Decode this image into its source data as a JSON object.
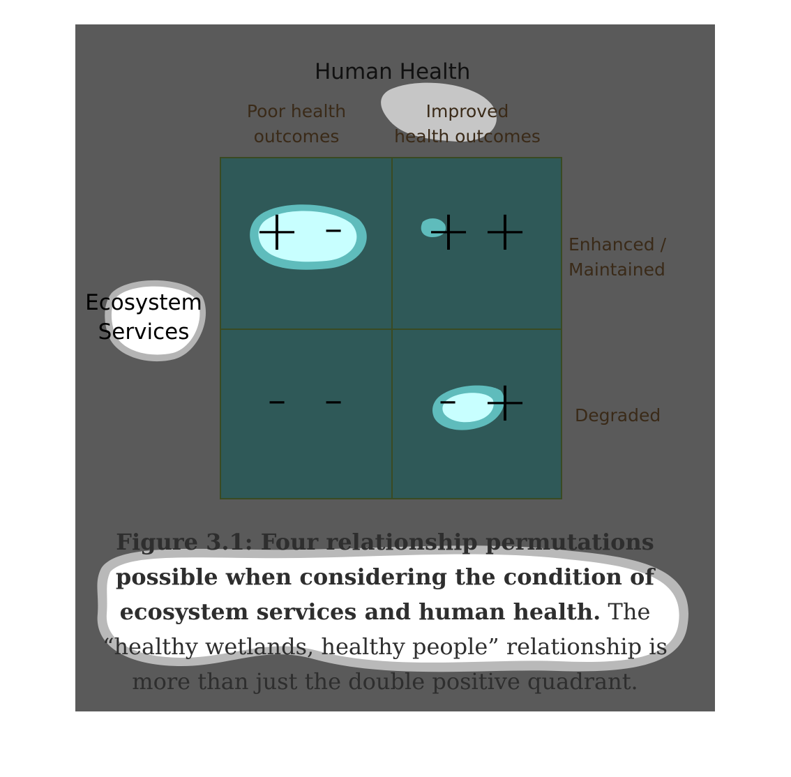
{
  "header": {
    "title": "Human Health",
    "col_left": [
      "Poor health",
      "outcomes"
    ],
    "col_right": [
      "Improved",
      "health outcomes"
    ]
  },
  "row_labels": {
    "top": [
      "Enhanced /",
      "Maintained"
    ],
    "bottom": "Degraded"
  },
  "side_label": [
    "Ecosystem",
    "Services"
  ],
  "quadrants": {
    "top_left": [
      "+",
      "-"
    ],
    "top_right": [
      "+",
      "+"
    ],
    "bottom_left": [
      "-",
      "-"
    ],
    "bottom_right": [
      "-",
      "+"
    ]
  },
  "caption": {
    "bold": "Figure 3.1: Four relationship permutations possible when considering the condition of ecosystem services and human health.",
    "text": "The “healthy wetlands, healthy people” relationship is more than just the double positive quadrant."
  },
  "colors": {
    "panel": "#5a5a5a",
    "grid_fill": "#2f5958",
    "highlight_light": "#c8ffff",
    "highlight_mid": "#5fbcbc"
  }
}
